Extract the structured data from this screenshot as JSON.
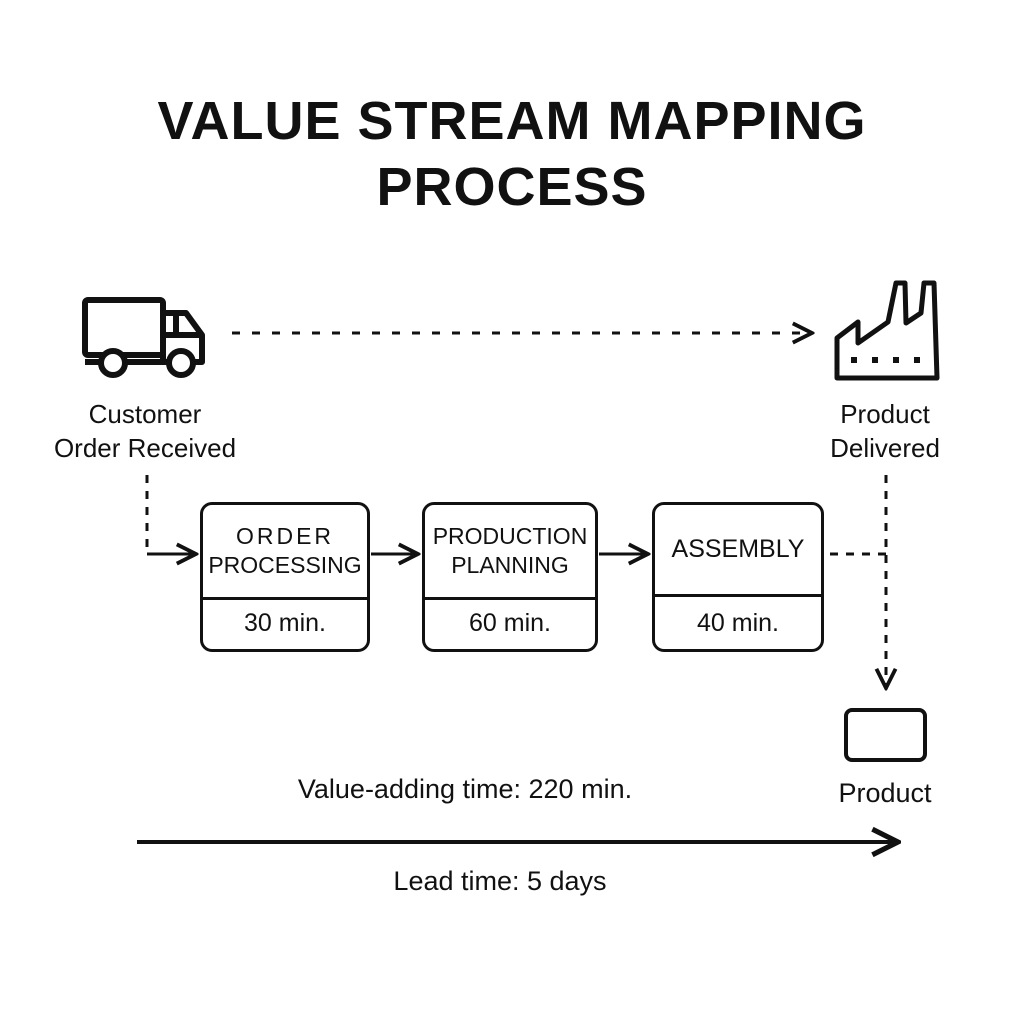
{
  "title": {
    "line1": "VALUE STREAM MAPPING",
    "line2": "PROCESS"
  },
  "endpoints": {
    "start": {
      "icon": "truck-icon",
      "line1": "Customer",
      "line2": "Order Received"
    },
    "end": {
      "icon": "factory-icon",
      "line1": "Product",
      "line2": "Delivered"
    },
    "product": {
      "icon": "product-box-icon",
      "label": "Product"
    }
  },
  "processes": [
    {
      "name_line1": "ORDER",
      "name_line2": "PROCESSING",
      "time": "30 min."
    },
    {
      "name_line1": "PRODUCTION",
      "name_line2": "PLANNING",
      "time": "60 min."
    },
    {
      "name_line1": "ASSEMBLY",
      "name_line2": "",
      "time": "40 min."
    }
  ],
  "summary": {
    "value_adding": "Value-adding time: 220 min.",
    "lead_time": "Lead time: 5 days"
  },
  "colors": {
    "ink": "#111111",
    "background": "#ffffff"
  }
}
